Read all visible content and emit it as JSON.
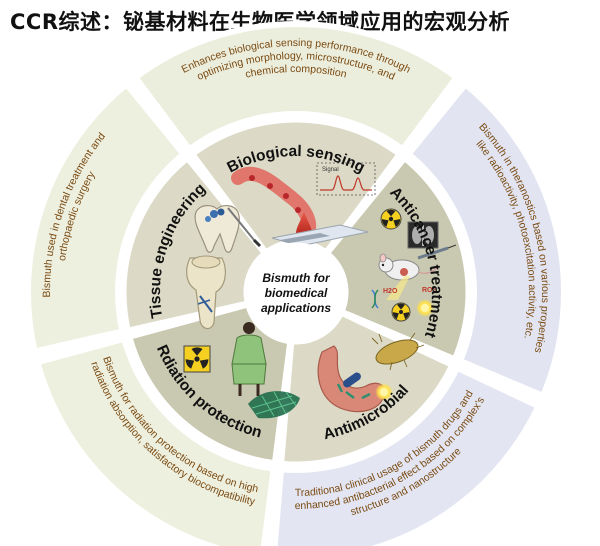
{
  "header": {
    "title": "CCR综述：铋基材料在生物医学领域应用的宏观分析"
  },
  "center": {
    "line1": "Bismuth  for",
    "line2": "biomedical",
    "line3": "applications"
  },
  "sectors": {
    "sensing": {
      "title": "Biological sensing",
      "outer": [
        "Enhances biological sensing performance through",
        "optimizing morphology, microstructure, and",
        "chemical composition"
      ],
      "tint": "#eceedd",
      "label_signal": "Signal"
    },
    "anticancer": {
      "title": "Anticancer treatment",
      "outer": [
        "Bismuth in theranostics based on various properties",
        "like radioactivity, photoexcitation activity, etc."
      ],
      "tint": "#e2e5f1",
      "label_h2o": "H2O",
      "label_ros": "ROS"
    },
    "antimicrobial": {
      "title": "Antimicrobial",
      "outer": [
        "Traditional clinical usage of bismuth drugs and",
        "enhanced antibacterial effect based on complex's",
        "structure and nanostructure"
      ],
      "tint": "#e3e6f2"
    },
    "radiation": {
      "title": "Rdiation protection",
      "outer": [
        "Bismuth for radiation protection based on high",
        "radiation absorption, satisfactory biocompatibility"
      ],
      "tint": "#eef0df"
    },
    "tissue": {
      "title": "Tissue engineering",
      "outer": [
        "Bismuth used in dental treatment and",
        "orthopaedic surgery"
      ],
      "tint": "#edefdf"
    }
  },
  "colors": {
    "ring_outer": "#f4f5ea",
    "ring_mid": "#c9c8b0",
    "ring_mid_light": "#dcdac6",
    "center": "#ffffff",
    "outer_text": "#7a4a12",
    "divider": "#ffffff"
  },
  "icons": [
    "radiation-icon",
    "lead-apron-icon",
    "mesh-icon",
    "tooth-icon",
    "knee-joint-icon",
    "mouse-icon",
    "stomach-icon",
    "bacteria-icon",
    "sensor-icon"
  ]
}
